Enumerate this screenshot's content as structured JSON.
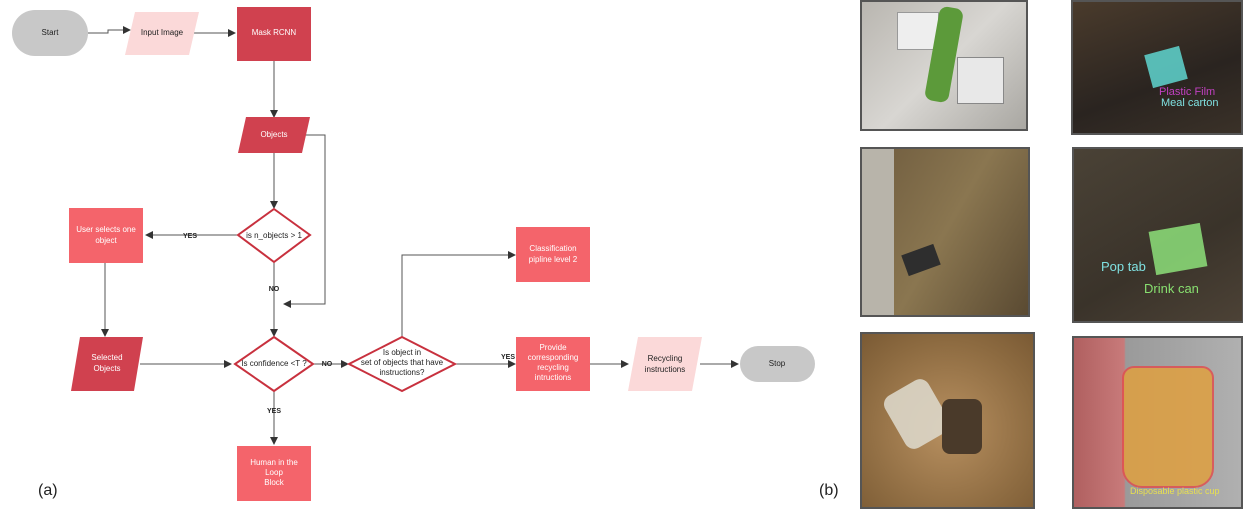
{
  "panel_labels": {
    "a": "(a)",
    "b": "(b)"
  },
  "flowchart": {
    "start": "Start",
    "input_image": "Input Image",
    "mask_rcnn": "Mask RCNN",
    "objects": "Objects",
    "n_objects_q": "is n_objects > 1",
    "user_selects": [
      "User selects one",
      "object"
    ],
    "selected_objects": [
      "Selected",
      "Objects"
    ],
    "confidence_q": "Is confidence <T ?",
    "set_q": [
      "Is object in",
      "set of objects that have",
      "instructions?"
    ],
    "classification": [
      "Classification",
      "pipline level 2"
    ],
    "provide": [
      "Provide",
      "corresponding",
      "recycling",
      "intructions"
    ],
    "recycling_instructions": [
      "Recycling",
      "instructions"
    ],
    "stop": "Stop",
    "human_loop": [
      "Human in the",
      "Loop",
      "Block"
    ],
    "edge_labels": {
      "yes1": "YES",
      "no1": "NO",
      "no2": "NO",
      "yes2": "YES",
      "yes3": "YES"
    }
  },
  "photos": {
    "meal_carton_caption": [
      "Plastic Film",
      "Meal carton"
    ],
    "pop_tab_caption": [
      "Pop tab",
      "Drink can"
    ],
    "cup_caption": "Disposable plastic cup"
  },
  "colors": {
    "terminal": "#c8c8c8",
    "process_dark": "#d0414f",
    "process_light": "#f4646b",
    "io_pink": "#fbd9d9",
    "diamond_stroke": "#c8313e"
  }
}
